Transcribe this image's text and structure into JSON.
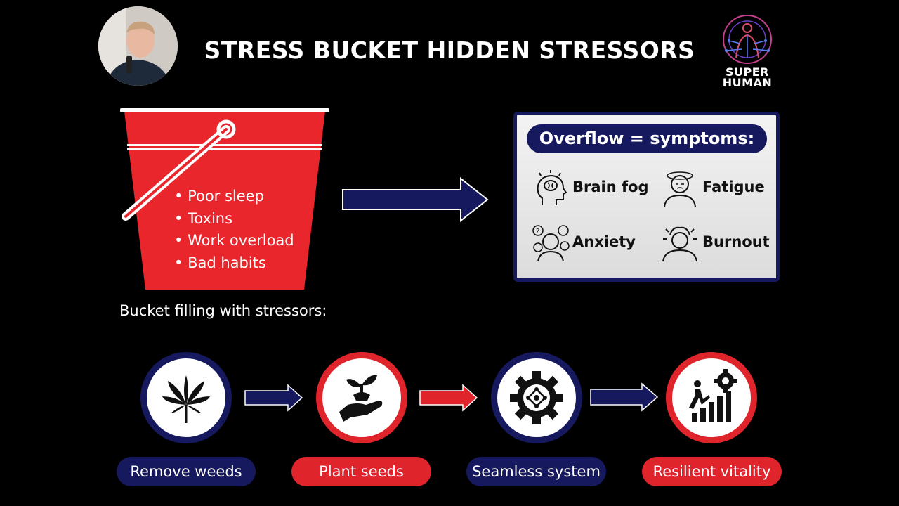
{
  "header": {
    "title": "STRESS BUCKET HIDDEN STRESSORS"
  },
  "logo": {
    "line1": "SUPER",
    "line2": "HUMAN"
  },
  "bucket": {
    "items": [
      "Poor sleep",
      "Toxins",
      "Work overload",
      "Bad habits"
    ],
    "caption": "Bucket filling with stressors:"
  },
  "symptoms": {
    "title": "Overflow = symptoms:",
    "items": [
      {
        "label": "Brain fog",
        "icon": "brain-head-icon"
      },
      {
        "label": "Fatigue",
        "icon": "tired-person-icon"
      },
      {
        "label": "Anxiety",
        "icon": "anxious-person-icon"
      },
      {
        "label": "Burnout",
        "icon": "burnout-person-icon"
      }
    ]
  },
  "steps": [
    {
      "label": "Remove weeds",
      "icon": "cannabis-leaf-icon",
      "color": "#16195e"
    },
    {
      "label": "Plant seeds",
      "icon": "hand-seedling-icon",
      "color": "#e0242b"
    },
    {
      "label": "Seamless system",
      "icon": "gear-network-icon",
      "color": "#16195e"
    },
    {
      "label": "Resilient vitality",
      "icon": "growth-chart-icon",
      "color": "#e0242b"
    }
  ],
  "colors": {
    "navy": "#16195e",
    "red": "#e0242b"
  }
}
